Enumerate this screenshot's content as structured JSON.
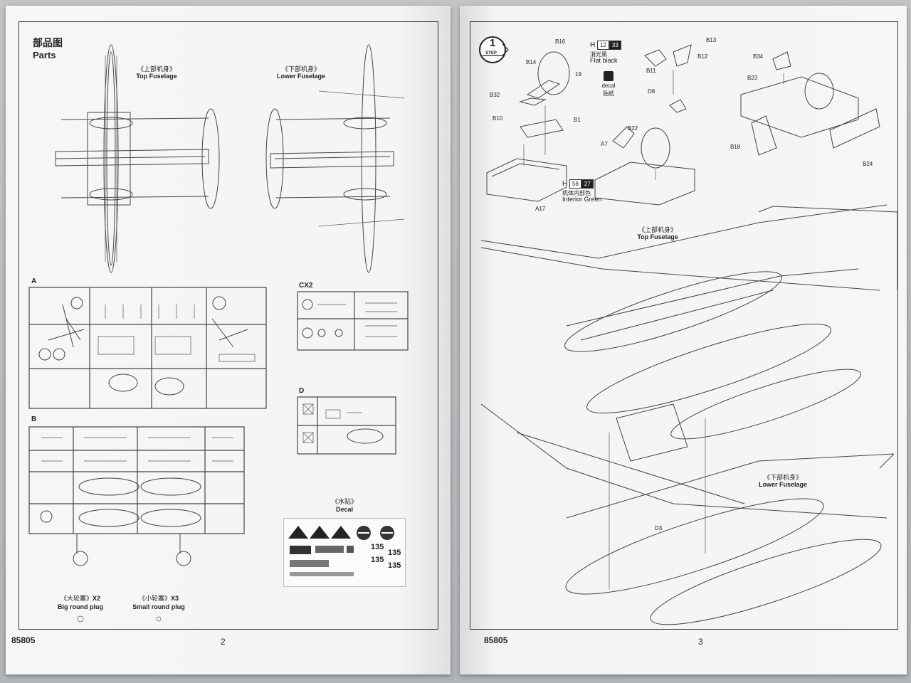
{
  "left_page": {
    "section_title_cn": "部品图",
    "section_title_en": "Parts",
    "top_fuselage_cn": "《上部机身》",
    "top_fuselage_en": "Top Fuselage",
    "lower_fuselage_cn": "《下部机身》",
    "lower_fuselage_en": "Lower Fuselage",
    "sprue_a": "A",
    "sprue_b": "B",
    "sprue_cx2": "CX2",
    "sprue_d": "D",
    "decal_cn": "《水贴》",
    "decal_en": "Decal",
    "decal_numbers": [
      "135",
      "135",
      "135",
      "135"
    ],
    "big_plug_cn": "《大轮塞》",
    "big_plug_qty": "X2",
    "big_plug_en": "Big round plug",
    "small_plug_cn": "《小轮塞》",
    "small_plug_qty": "X3",
    "small_plug_en": "Small round plug",
    "footer_code": "85805",
    "page_number": "2"
  },
  "right_page": {
    "step_number": "1",
    "step_label": "STEP",
    "parts": {
      "b16": "B16",
      "b14": "B14",
      "b32": "B32",
      "b10": "B10",
      "b1": "B1",
      "n19": "19",
      "b13": "B13",
      "b12": "B12",
      "b11": "B11",
      "d8": "D8",
      "b22": "B22",
      "a7": "A7",
      "a17": "A17",
      "b34": "B34",
      "b23": "B23",
      "b18": "B18",
      "b24": "B24",
      "d3": "D3"
    },
    "paint_flat_black": {
      "letter": "H",
      "code1": "12",
      "code2": "33",
      "cn": "消光黑",
      "en": "Flat black"
    },
    "paint_interior_green": {
      "letter": "H",
      "code1": "58",
      "code2": "27",
      "cn": "机体内部色",
      "en": "Interior Green"
    },
    "decal_tag_en": "decal",
    "decal_tag_cn": "贴纸",
    "top_fuselage_cn": "《上部机身》",
    "top_fuselage_en": "Top Fuselage",
    "lower_fuselage_cn": "《下部机身》",
    "lower_fuselage_en": "Lower Fuselage",
    "footer_code": "85805",
    "page_number": "3"
  }
}
